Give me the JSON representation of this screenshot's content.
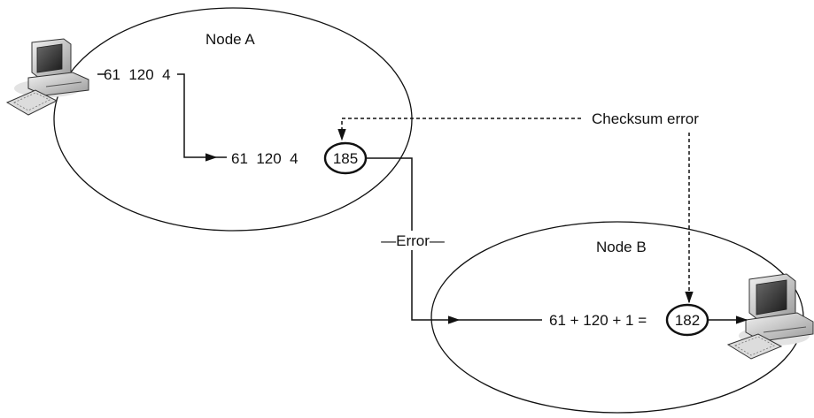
{
  "node_a": {
    "label": "Node A",
    "data_values": "61  120  4",
    "sent_values": "61  120  4",
    "checksum": "185"
  },
  "node_b": {
    "label": "Node B",
    "calculation": "61 + 120 + 1 =",
    "checksum": "182"
  },
  "error_label": "—Error—",
  "checksum_error_label": "Checksum error",
  "colors": {
    "line": "#111111",
    "background": "#ffffff"
  },
  "icons": [
    "computer-icon",
    "computer-icon"
  ]
}
